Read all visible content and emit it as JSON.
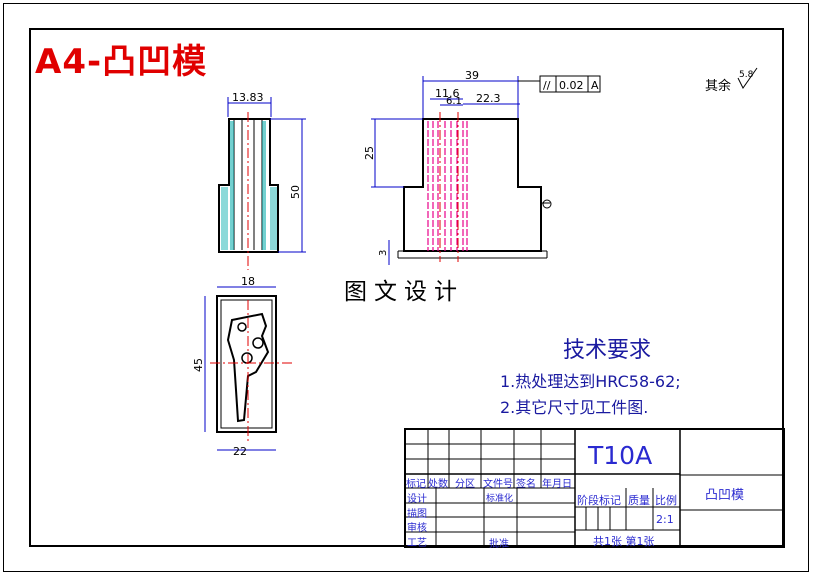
{
  "title": "A4-凸凹模",
  "design_label": "图文设计",
  "roughness": {
    "label": "其余",
    "value": "5.8"
  },
  "tolerance": {
    "symbol": "//",
    "value": "0.02",
    "datum": "A"
  },
  "dimensions": {
    "left_width": "13.83",
    "left_height": "50",
    "top_width": "18",
    "plan_height": "45",
    "plan_width": "22",
    "front_width": "39",
    "front_d1": "11.6",
    "front_d2": "6.1",
    "front_d3": "22.3",
    "front_height": "25",
    "front_base": "3"
  },
  "tech": {
    "title": "技术要求",
    "items": [
      "1.热处理达到HRC58-62;",
      "2.其它尺寸见工件图."
    ]
  },
  "title_block": {
    "material": "T10A",
    "part_name": "凸凹模",
    "scale": "2:1",
    "row_headers": [
      "标记",
      "处数",
      "分区",
      "文件号",
      "签名",
      "年月日"
    ],
    "left_labels": [
      "设计",
      "描图",
      "审核",
      "工艺"
    ],
    "mid_labels": [
      "标准化",
      "批准"
    ],
    "stage_labels": [
      "阶段标记",
      "质量",
      "比例"
    ],
    "sheets": "共1张 第1张"
  },
  "colors": {
    "drawing": "#000000",
    "hatch": "#e8008a",
    "centerline": "#e00000",
    "dimension": "#0000c8",
    "text_blue": "#1a1aa0"
  }
}
